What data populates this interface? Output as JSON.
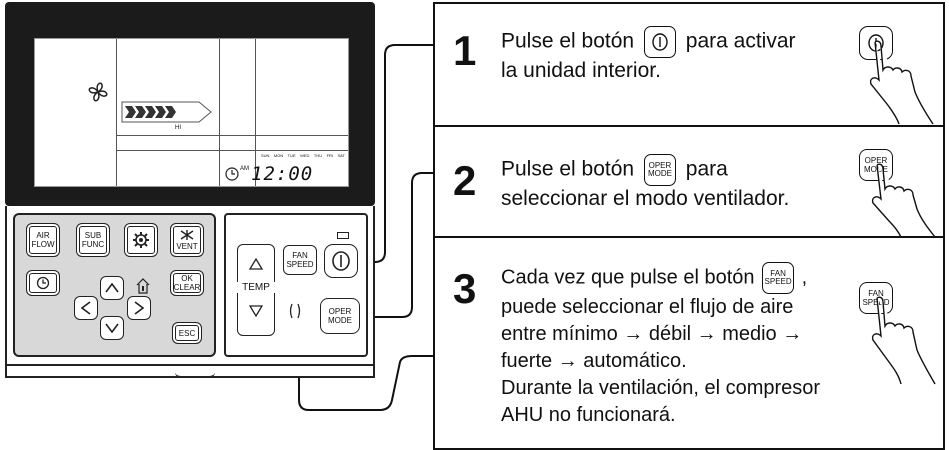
{
  "controller": {
    "lcd": {
      "fan_speed_label": "HI",
      "days": [
        "SUN",
        "MON",
        "TUE",
        "WED",
        "THU",
        "FRI",
        "SAT"
      ],
      "am_label": "AM",
      "time": "12:00"
    },
    "left_panel": {
      "air_flow": "AIR\nFLOW",
      "sub_func": "SUB\nFUNC",
      "vent": "VENT",
      "ok_clear": "OK\nCLEAR",
      "esc": "ESC"
    },
    "right_panel": {
      "temp_label": "TEMP",
      "fan_speed": "FAN\nSPEED",
      "oper_mode": "OPER\nMODE"
    }
  },
  "steps": [
    {
      "number": "1",
      "before": "Pulse el botón",
      "after": "para activar",
      "line2": "la unidad interior."
    },
    {
      "number": "2",
      "before": "Pulse el botón",
      "button_label": "OPER\nMODE",
      "after": "para",
      "line2": "seleccionar el modo ventilador."
    },
    {
      "number": "3",
      "before": "Cada vez que pulse el botón",
      "button_label": "FAN\nSPEED",
      "after": ",",
      "line2": "puede seleccionar el flujo de aire",
      "line3": "entre mínimo → débil → medio →",
      "line4": "fuerte → automático.",
      "line5": "Durante la ventilación, el compresor",
      "line6": "AHU no funcionará."
    }
  ],
  "hand_labels": {
    "step2": "OPER\nMODE",
    "step3": "FAN\nSPEED"
  }
}
